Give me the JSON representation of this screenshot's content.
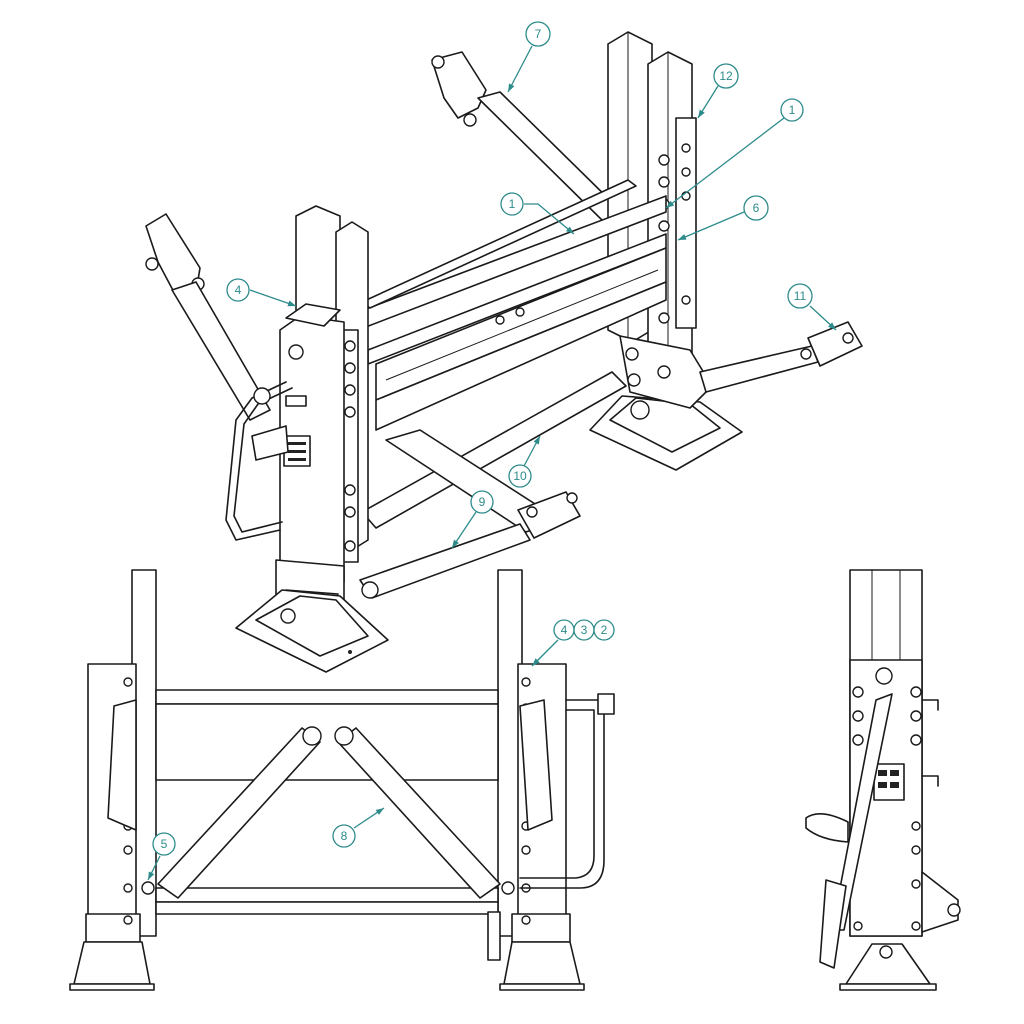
{
  "colors": {
    "callout": "#2e8b8b",
    "line": "#1a1a1a",
    "background": "#ffffff"
  },
  "callouts": [
    {
      "id": "c7",
      "label": "7"
    },
    {
      "id": "c12",
      "label": "12"
    },
    {
      "id": "c1a",
      "label": "1"
    },
    {
      "id": "c1b",
      "label": "1"
    },
    {
      "id": "c6",
      "label": "6"
    },
    {
      "id": "c4a",
      "label": "4"
    },
    {
      "id": "c11",
      "label": "11"
    },
    {
      "id": "c10",
      "label": "10"
    },
    {
      "id": "c9",
      "label": "9"
    },
    {
      "id": "c4b",
      "label": "4"
    },
    {
      "id": "c3",
      "label": "3"
    },
    {
      "id": "c2",
      "label": "2"
    },
    {
      "id": "c5",
      "label": "5"
    },
    {
      "id": "c8",
      "label": "8"
    }
  ]
}
